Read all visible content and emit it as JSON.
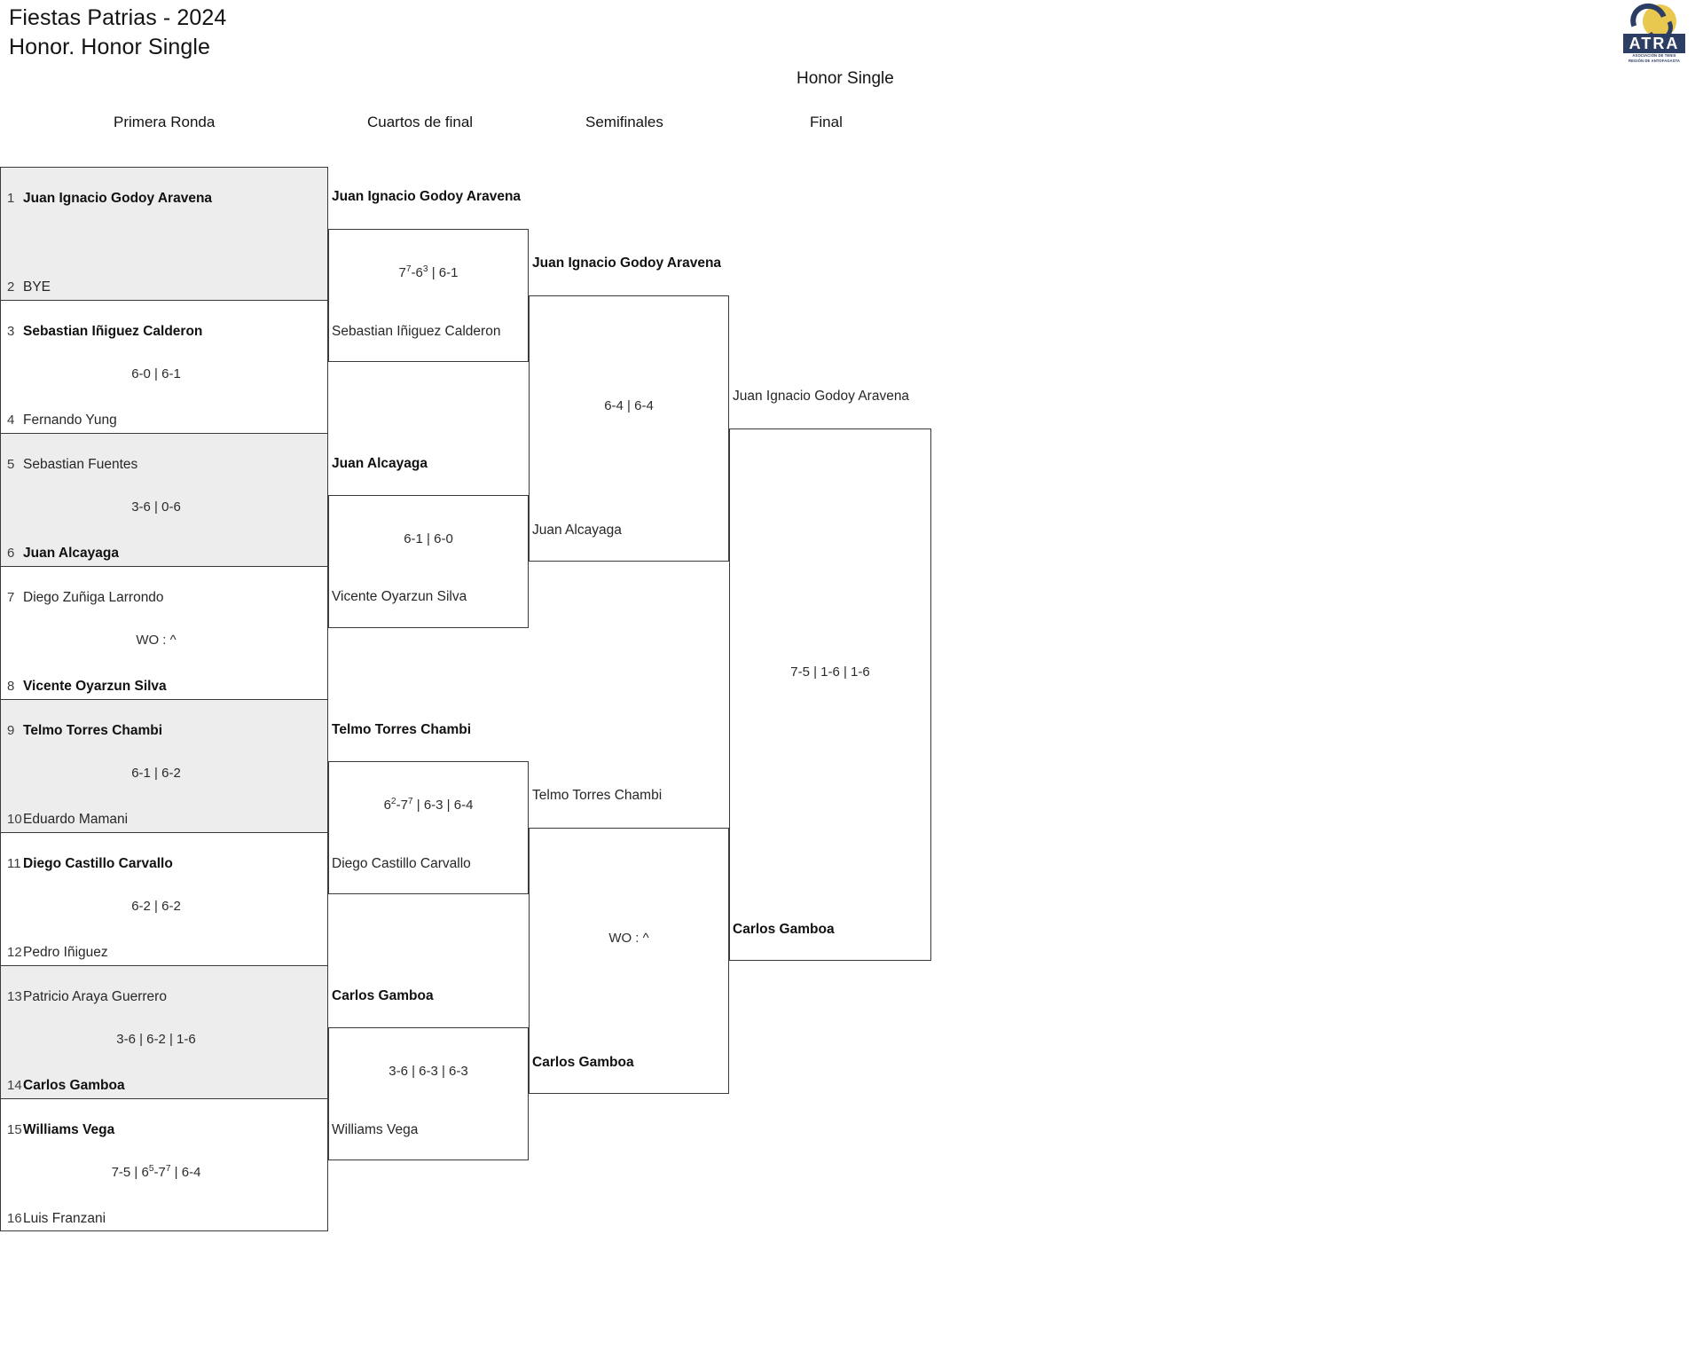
{
  "header": {
    "tournament": "Fiestas Patrias - 2024",
    "category": "Honor. Honor Single",
    "draw_title": "Honor Single"
  },
  "logo": {
    "name": "ATRA",
    "subtitle_line1": "ASOCIACIÓN DE TENIS",
    "subtitle_line2": "REGIÓN DE ANTOFAGASTA",
    "colors": {
      "navy": "#2c3e63",
      "ball": "#e8c84e"
    }
  },
  "rounds": [
    {
      "label": "Primera Ronda"
    },
    {
      "label": "Cuartos de final"
    },
    {
      "label": "Semifinales"
    },
    {
      "label": "Final"
    }
  ],
  "round1": {
    "matches": [
      {
        "shaded": true,
        "top": {
          "seed": "1",
          "name": "Juan Ignacio Godoy Aravena",
          "winner": true
        },
        "bottom": {
          "seed": "2",
          "name": "BYE",
          "winner": false
        },
        "score": ""
      },
      {
        "shaded": false,
        "top": {
          "seed": "3",
          "name": "Sebastian Iñiguez Calderon",
          "winner": true
        },
        "bottom": {
          "seed": "4",
          "name": "Fernando Yung",
          "winner": false
        },
        "score": "6-0 | 6-1"
      },
      {
        "shaded": true,
        "top": {
          "seed": "5",
          "name": "Sebastian Fuentes",
          "winner": false
        },
        "bottom": {
          "seed": "6",
          "name": "Juan Alcayaga",
          "winner": true
        },
        "score": "3-6 | 0-6"
      },
      {
        "shaded": false,
        "top": {
          "seed": "7",
          "name": "Diego Zuñiga Larrondo",
          "winner": false
        },
        "bottom": {
          "seed": "8",
          "name": "Vicente Oyarzun Silva",
          "winner": true
        },
        "score": "WO : ^"
      },
      {
        "shaded": true,
        "top": {
          "seed": "9",
          "name": "Telmo Torres Chambi",
          "winner": true
        },
        "bottom": {
          "seed": "10",
          "name": "Eduardo Mamani",
          "winner": false
        },
        "score": "6-1 | 6-2"
      },
      {
        "shaded": false,
        "top": {
          "seed": "11",
          "name": "Diego Castillo Carvallo",
          "winner": true
        },
        "bottom": {
          "seed": "12",
          "name": "Pedro Iñiguez",
          "winner": false
        },
        "score": "6-2 | 6-2"
      },
      {
        "shaded": true,
        "top": {
          "seed": "13",
          "name": "Patricio Araya Guerrero",
          "winner": false
        },
        "bottom": {
          "seed": "14",
          "name": "Carlos Gamboa",
          "winner": true
        },
        "score": "3-6 | 6-2 | 1-6"
      },
      {
        "shaded": false,
        "top": {
          "seed": "15",
          "name": "Williams Vega",
          "winner": true
        },
        "bottom": {
          "seed": "16",
          "name": "Luis Franzani",
          "winner": false
        },
        "score": "7-5 | 6⁵-7⁷ | 6-4"
      }
    ]
  },
  "quarterfinals": {
    "matches": [
      {
        "top": {
          "name": "Juan Ignacio Godoy Aravena",
          "winner": true
        },
        "bottom": {
          "name": "Sebastian Iñiguez Calderon",
          "winner": false
        },
        "score": "7⁷-6³ | 6-1"
      },
      {
        "top": {
          "name": "Juan Alcayaga",
          "winner": true
        },
        "bottom": {
          "name": "Vicente Oyarzun Silva",
          "winner": false
        },
        "score": "6-1 | 6-0"
      },
      {
        "top": {
          "name": "Telmo Torres Chambi",
          "winner": true
        },
        "bottom": {
          "name": "Diego Castillo Carvallo",
          "winner": false
        },
        "score": "6²-7⁷ | 6-3 | 6-4"
      },
      {
        "top": {
          "name": "Carlos Gamboa",
          "winner": true
        },
        "bottom": {
          "name": "Williams Vega",
          "winner": false
        },
        "score": "3-6 | 6-3 | 6-3"
      }
    ]
  },
  "semifinals": {
    "matches": [
      {
        "top": {
          "name": "Juan Ignacio Godoy Aravena",
          "winner": true
        },
        "bottom": {
          "name": "Juan Alcayaga",
          "winner": false
        },
        "score": "6-4 | 6-4"
      },
      {
        "top": {
          "name": "Telmo Torres Chambi",
          "winner": false
        },
        "bottom": {
          "name": "Carlos Gamboa",
          "winner": true
        },
        "score": "WO : ^"
      }
    ]
  },
  "final": {
    "match": {
      "top": {
        "name": "Juan Ignacio Godoy Aravena",
        "winner": false
      },
      "bottom": {
        "name": "Carlos Gamboa",
        "winner": true
      },
      "score": "7-5 | 1-6 | 1-6"
    }
  }
}
